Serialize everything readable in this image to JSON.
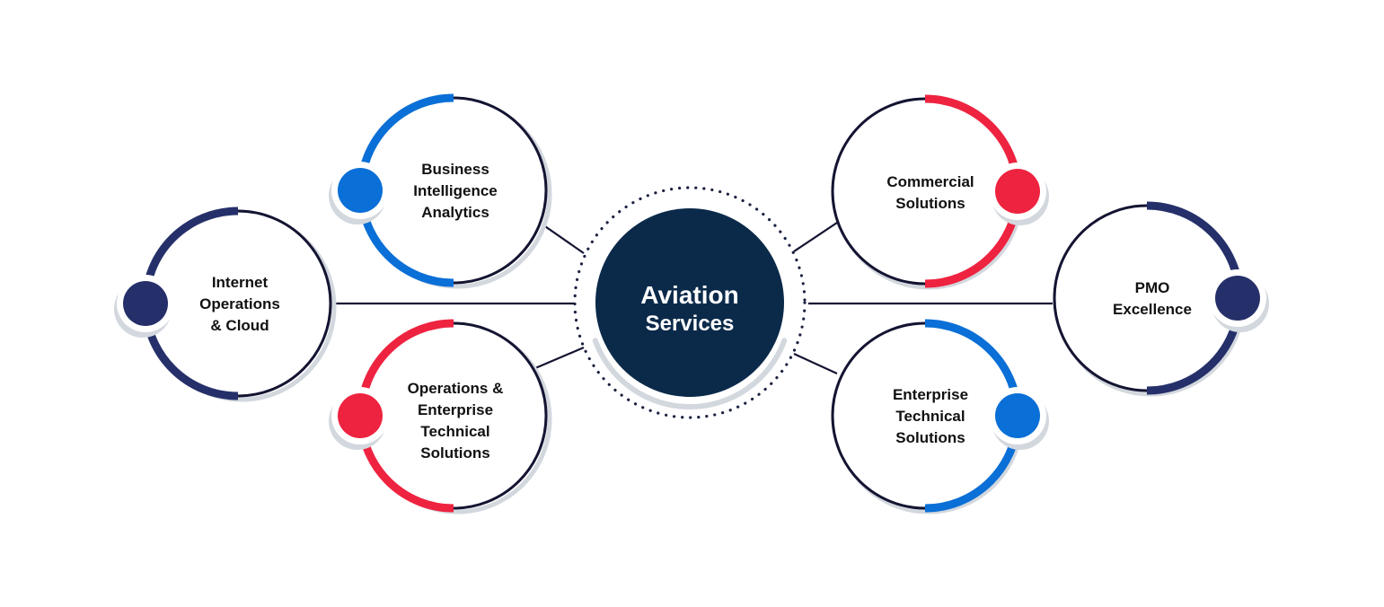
{
  "center": {
    "lines": [
      "Aviation",
      "Services"
    ],
    "fill_color": "#0b2a4a"
  },
  "colors": {
    "navy": "#25306a",
    "blue": "#0a6fd6",
    "red": "#ee2340",
    "outline": "#141432",
    "shadow": "#d3d8de",
    "dots": "#1b2140"
  },
  "nodes": [
    {
      "id": "business-intelligence-analytics",
      "lines": [
        "Business",
        "Intelligence",
        "Analytics"
      ],
      "accent": "blue",
      "dot_side": "left"
    },
    {
      "id": "internet-operations-cloud",
      "lines": [
        "Internet",
        "Operations",
        "& Cloud"
      ],
      "accent": "navy",
      "dot_side": "left"
    },
    {
      "id": "operations-enterprise-technical-solutions",
      "lines": [
        "Operations &",
        "Enterprise",
        "Technical",
        "Solutions"
      ],
      "accent": "red",
      "dot_side": "left"
    },
    {
      "id": "commercial-solutions",
      "lines": [
        "Commercial",
        "Solutions"
      ],
      "accent": "red",
      "dot_side": "right"
    },
    {
      "id": "pmo-excellence",
      "lines": [
        "PMO",
        "Excellence"
      ],
      "accent": "navy",
      "dot_side": "right"
    },
    {
      "id": "enterprise-technical-solutions",
      "lines": [
        "Enterprise",
        "Technical",
        "Solutions"
      ],
      "accent": "blue",
      "dot_side": "right"
    }
  ]
}
